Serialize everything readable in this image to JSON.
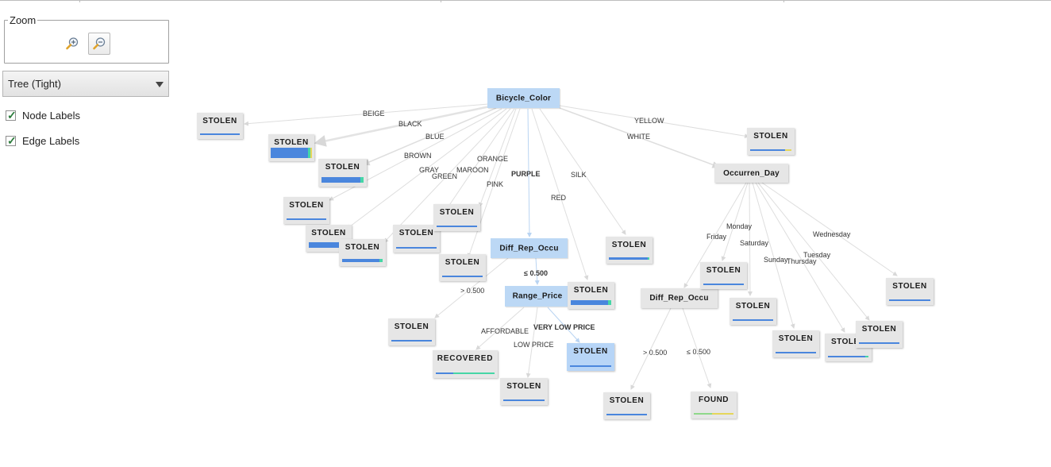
{
  "zoom": {
    "legend": "Zoom",
    "zoom_in_icon": "zoom-in-magnifier-icon",
    "zoom_out_icon": "zoom-out-magnifier-icon"
  },
  "layout_select": {
    "value": "Tree (Tight)"
  },
  "options": {
    "node_labels": {
      "label": "Node Labels",
      "checked": true
    },
    "edge_labels": {
      "label": "Edge Labels",
      "checked": true
    }
  },
  "colors": {
    "split_node": "#bcd8f5",
    "leaf_node": "#e6e6e6",
    "stolen": "#4a86dd",
    "recovered": "#46d6a6",
    "found": "#8fd88a",
    "other": "#e5d65a",
    "edge": "#d8d8d8"
  },
  "tree": {
    "nodes": {
      "root": "Bicycle_Color",
      "n_beige": "STOLEN",
      "n_black": "STOLEN",
      "n_blue": "STOLEN",
      "n_yellow": "STOLEN",
      "n_occ": "Occurren_Day",
      "n_brown": "STOLEN",
      "n_gray": "STOLEN",
      "n_green": "STOLEN",
      "n_maroon": "STOLEN",
      "n_orange": "STOLEN",
      "n_pink": "STOLEN",
      "n_purple": "Diff_Rep_Occu",
      "n_silk": "STOLEN",
      "n_red": "STOLEN",
      "n_gt1": "STOLEN",
      "n_range": "Range_Price",
      "n_afford": "RECOVERED",
      "n_low": "STOLEN",
      "n_vlow": "STOLEN",
      "n_fri": "Diff_Rep_Occu",
      "n_mon": "STOLEN",
      "n_sat": "STOLEN",
      "n_sun": "STOLEN",
      "n_thu": "STOLE",
      "n_tue": "STOLEN",
      "n_wed": "STOLEN",
      "n_fri_gt": "STOLEN",
      "n_fri_le": "FOUND"
    },
    "edges": {
      "beige": "BEIGE",
      "black": "BLACK",
      "blue": "BLUE",
      "yellow": "YELLOW",
      "white": "WHITE",
      "brown": "BROWN",
      "orange": "ORANGE",
      "gray": "GRAY",
      "maroon": "MAROON",
      "green": "GREEN",
      "purple": "PURPLE",
      "silk": "SILK",
      "pink": "PINK",
      "red": "RED",
      "le": "≤ 0.500",
      "gt": "> 0.500",
      "affordable": "AFFORDABLE",
      "vlow": "VERY LOW PRICE",
      "low": "LOW PRICE",
      "monday": "Monday",
      "friday": "Friday",
      "saturday": "Saturday",
      "wednesday": "Wednesday",
      "tuesday": "Tuesday",
      "sunday": "Sunday",
      "thursday": "Thursday",
      "fri_gt": "> 0.500",
      "fri_le": "≤ 0.500"
    }
  }
}
